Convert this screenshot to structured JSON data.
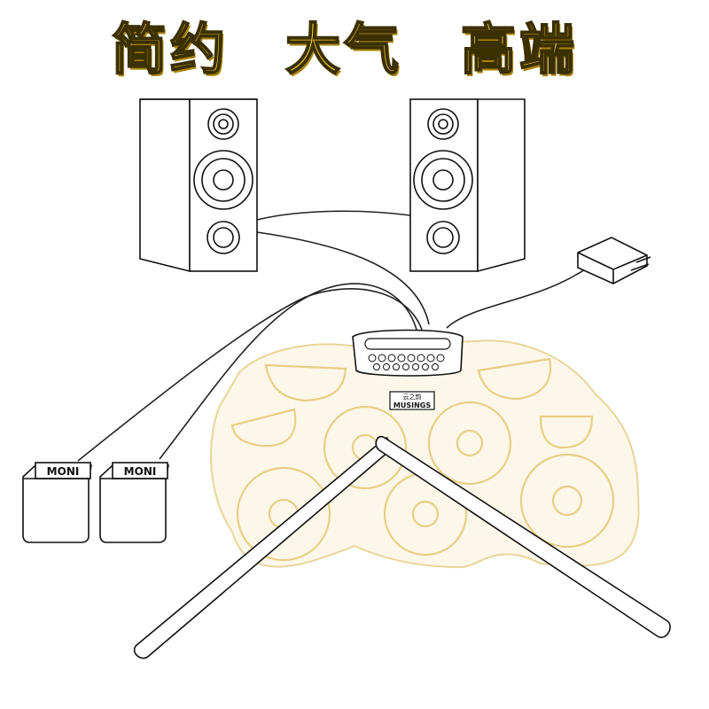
{
  "headline": {
    "words": [
      "简约",
      "大气",
      "高端"
    ],
    "fill_color": "#f5cf2c",
    "outline_color": "#3b3000"
  },
  "pedals": [
    {
      "label": "MONI"
    },
    {
      "label": "MONI"
    }
  ],
  "console": {
    "brand_text": "MUSINGS",
    "brand_text_cn": "云之韵",
    "pad_color": "#f3dfa3"
  },
  "icons": [
    "speaker-icon",
    "power-adapter-icon",
    "drumstick-icon",
    "pedal-icon"
  ]
}
